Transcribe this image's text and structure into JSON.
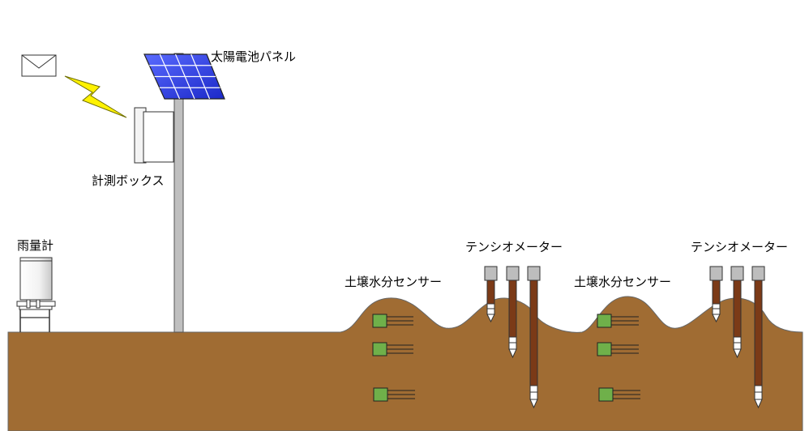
{
  "labels": {
    "solar_panel": "太陽電池パネル",
    "measurement_box": "計測ボックス",
    "rain_gauge": "雨量計",
    "soil_moisture_sensor_1": "土壌水分センサー",
    "tensiometer_1": "テンシオメーター",
    "soil_moisture_sensor_2": "土壌水分センサー",
    "tensiometer_2": "テンシオメーター"
  },
  "icons": {
    "transmission": "envelope-icon",
    "signal": "lightning-bolt-icon"
  },
  "colors": {
    "soil": "#A06C33",
    "soil_outline": "#666666",
    "solar_cell": "#2A3BE0",
    "sensor": "#6FB04A",
    "tensiometer_tube": "#7B3A17",
    "lightning": "#FFF200",
    "pole": "#BFBFBF"
  }
}
